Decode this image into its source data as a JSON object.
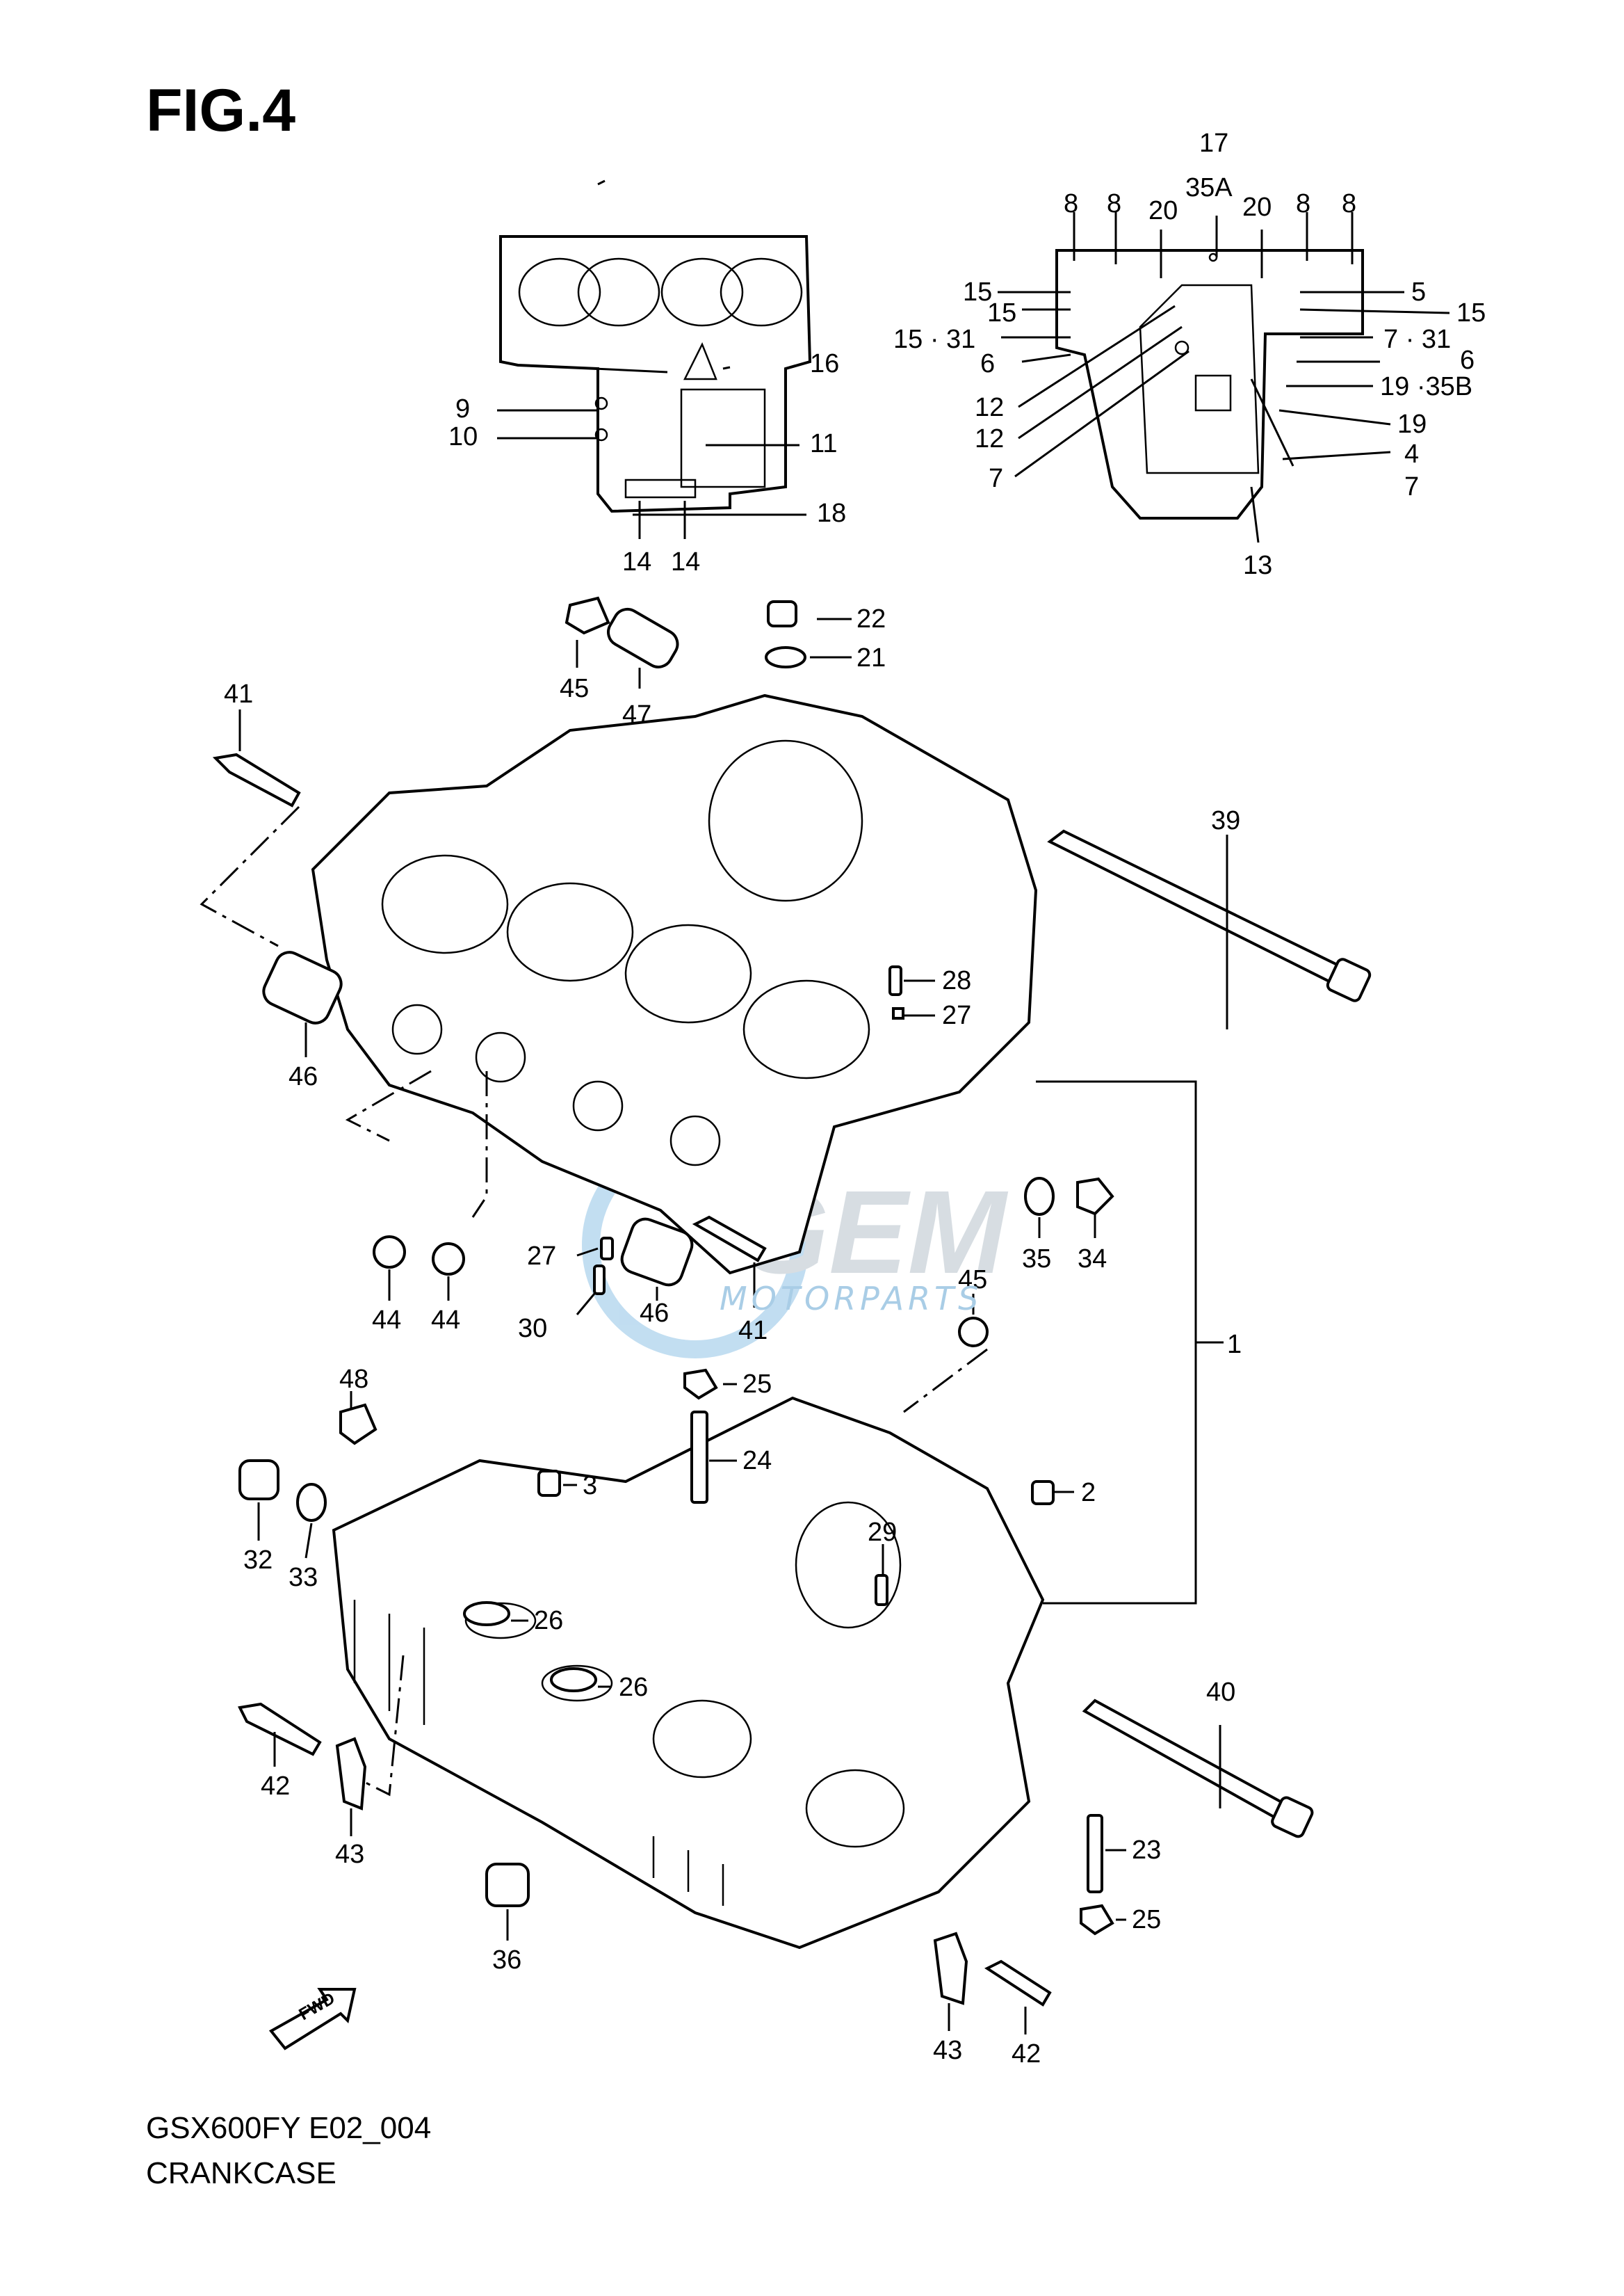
{
  "header": {
    "figure": "FIG.4"
  },
  "footer": {
    "model_code": "GSX600FY E02_004",
    "section": "CRANKCASE"
  },
  "watermark": {
    "brand": "GEM",
    "sub": "MOTORPARTS",
    "color": "#a9cde6"
  },
  "fwd_arrow": {
    "text": "FWD"
  },
  "callouts": [
    "1",
    "2",
    "3",
    "4",
    "5",
    "6",
    "6",
    "7",
    "7",
    "7 · 31",
    "8",
    "8",
    "8",
    "8",
    "9",
    "10",
    "11",
    "12",
    "12",
    "13",
    "14",
    "14",
    "15",
    "15",
    "15",
    "15 · 31",
    "16",
    "17",
    "35A",
    "18",
    "19",
    "19 ·35B",
    "20",
    "20",
    "21",
    "22",
    "23",
    "24",
    "25",
    "25",
    "26",
    "26",
    "27",
    "27",
    "28",
    "29",
    "30",
    "32",
    "33",
    "34",
    "35",
    "36",
    "39",
    "40",
    "41",
    "41",
    "42",
    "42",
    "43",
    "43",
    "44",
    "44",
    "45",
    "45",
    "46",
    "46",
    "47",
    "48"
  ]
}
